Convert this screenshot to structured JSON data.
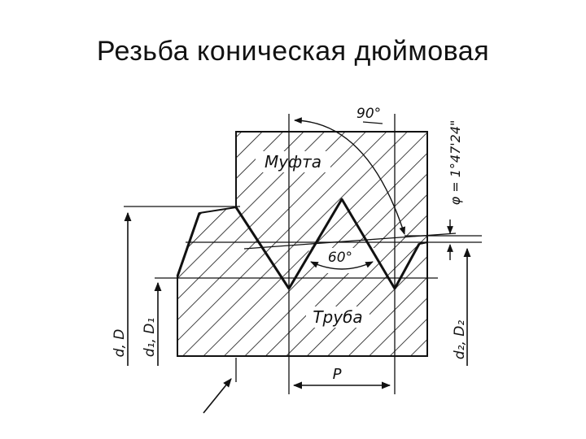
{
  "slide": {
    "title": "Резьба коническая дюймовая"
  },
  "diagram": {
    "labels": {
      "coupling": "Муфта",
      "pipe": "Труба",
      "top_angle": "90°",
      "profile_angle": "60°",
      "taper_angle": "φ = 1°47'24\"",
      "major_diameter": "d, D",
      "minor_diameter": "d₁, D₁",
      "pitch_diameter": "d₂, D₂",
      "pitch": "P"
    },
    "colors": {
      "ink": "#111111",
      "background": "#ffffff"
    }
  }
}
